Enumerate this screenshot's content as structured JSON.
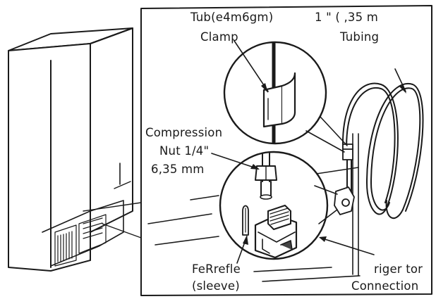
{
  "labels": {
    "tube_clamp_line1": "Tub(e4m6gm)",
    "tube_clamp_line2": "Clamp",
    "tubing_line1": "1    \" ( ,35 m",
    "tubing_line2": "Tubing",
    "compression_line1": "Compression",
    "compression_line2": "Nut 1/4\"",
    "compression_line3": "6,35 mm",
    "ferrule_line1": "FeRrefle",
    "ferrule_line2": "(sleeve)",
    "connection_line1": "riger tor",
    "connection_line2": "Connection"
  },
  "colors": {
    "ink": "#1a1a1a",
    "fill": "#ffffff",
    "shade": "#444444"
  }
}
